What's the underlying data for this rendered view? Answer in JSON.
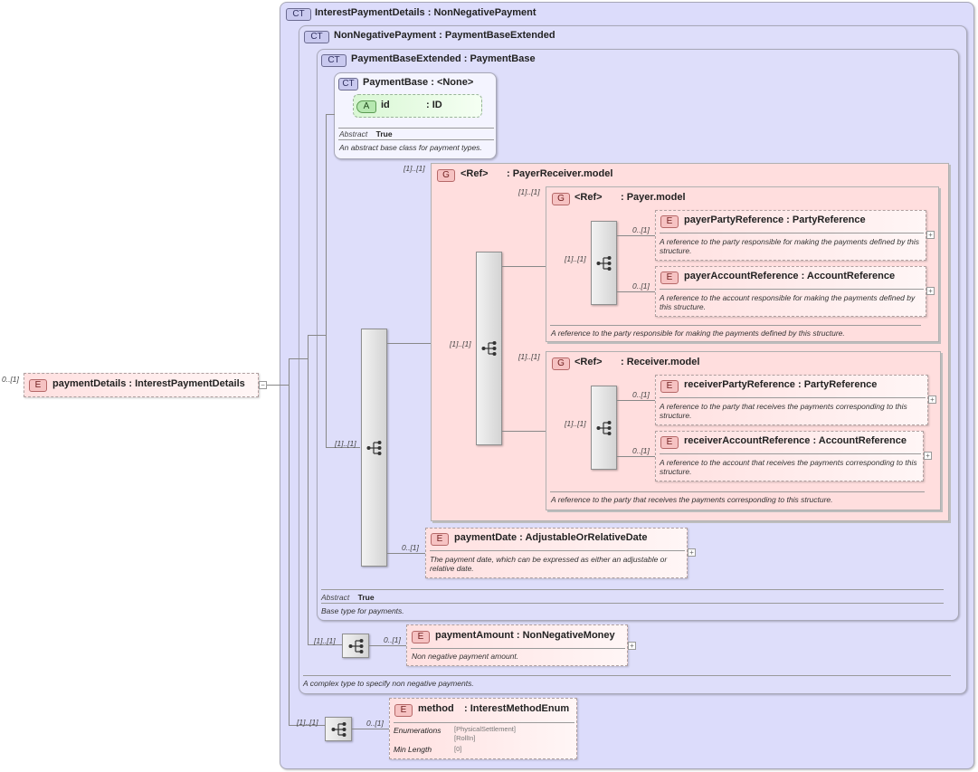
{
  "root_element": {
    "badge": "E",
    "name": "paymentDetails",
    "type": ": InterestPaymentDetails",
    "card": "0..[1]",
    "toggle": "−"
  },
  "ct_interest": {
    "badge": "CT",
    "name": "InterestPaymentDetails",
    "type": ": NonNegativePayment"
  },
  "ct_nonneg": {
    "badge": "CT",
    "name": "NonNegativePayment",
    "type": ": PaymentBaseExtended",
    "doc": "A complex type to specify non negative payments."
  },
  "ct_ext": {
    "badge": "CT",
    "name": "PaymentBaseExtended",
    "type": ": PaymentBase",
    "abstract_label": "Abstract",
    "abstract_value": "True",
    "doc": "Base type for payments."
  },
  "ct_base": {
    "badge": "CT",
    "name": "PaymentBase",
    "type": ": <None>",
    "abstract_label": "Abstract",
    "abstract_value": "True",
    "doc": "An abstract base class for payment types."
  },
  "attr_id": {
    "badge": "A",
    "name": "id",
    "type": ": ID"
  },
  "group_payer_receiver": {
    "badge": "G",
    "ref": "<Ref>",
    "type": ": PayerReceiver.model",
    "card": "[1]..[1]"
  },
  "group_payer": {
    "badge": "G",
    "ref": "<Ref>",
    "type": ": Payer.model",
    "card": "[1]..[1]",
    "doc": "A reference to the party responsible for making the payments defined by this structure."
  },
  "group_receiver": {
    "badge": "G",
    "ref": "<Ref>",
    "type": ": Receiver.model",
    "card": "[1]..[1]",
    "doc": "A reference to the party that receives the payments corresponding to this structure."
  },
  "el_payer_party": {
    "badge": "E",
    "name": "payerPartyReference",
    "type": ": PartyReference",
    "card": "0..[1]",
    "doc": "A reference to the party responsible for making the payments defined by this structure."
  },
  "el_payer_account": {
    "badge": "E",
    "name": "payerAccountReference",
    "type": ": AccountReference",
    "card": "0..[1]",
    "doc": "A reference to the account responsible for making the payments defined by this structure."
  },
  "el_receiver_party": {
    "badge": "E",
    "name": "receiverPartyReference",
    "type": ": PartyReference",
    "card": "0..[1]",
    "doc": "A reference to the party that receives the payments corresponding to this structure."
  },
  "el_receiver_account": {
    "badge": "E",
    "name": "receiverAccountReference",
    "type": ": AccountReference",
    "card": "0..[1]",
    "doc": "A reference to the account that receives the payments corresponding to this structure."
  },
  "el_payment_date": {
    "badge": "E",
    "name": "paymentDate",
    "type": ": AdjustableOrRelativeDate",
    "card": "0..[1]",
    "doc": "The payment date, which can be expressed as either an adjustable or relative date."
  },
  "el_payment_amount": {
    "badge": "E",
    "name": "paymentAmount",
    "type": ": NonNegativeMoney",
    "card": "0..[1]",
    "doc": "Non negative payment amount."
  },
  "el_method": {
    "badge": "E",
    "name": "method",
    "type": ": InterestMethodEnum",
    "card": "0..[1]",
    "enum_label": "Enumerations",
    "enum_1": "[PhysicalSettlement]",
    "enum_2": "[RollIn]",
    "minlen_label": "Min Length",
    "minlen_value": "[0]"
  },
  "seq_cards": {
    "main": "[1]..[1]",
    "pr": "[1]..[1]",
    "payer": "[1]..[1]",
    "receiver": "[1]..[1]",
    "amount": "[1]..[1]",
    "method": "[1]..[1]"
  },
  "plus_symbol": "+"
}
